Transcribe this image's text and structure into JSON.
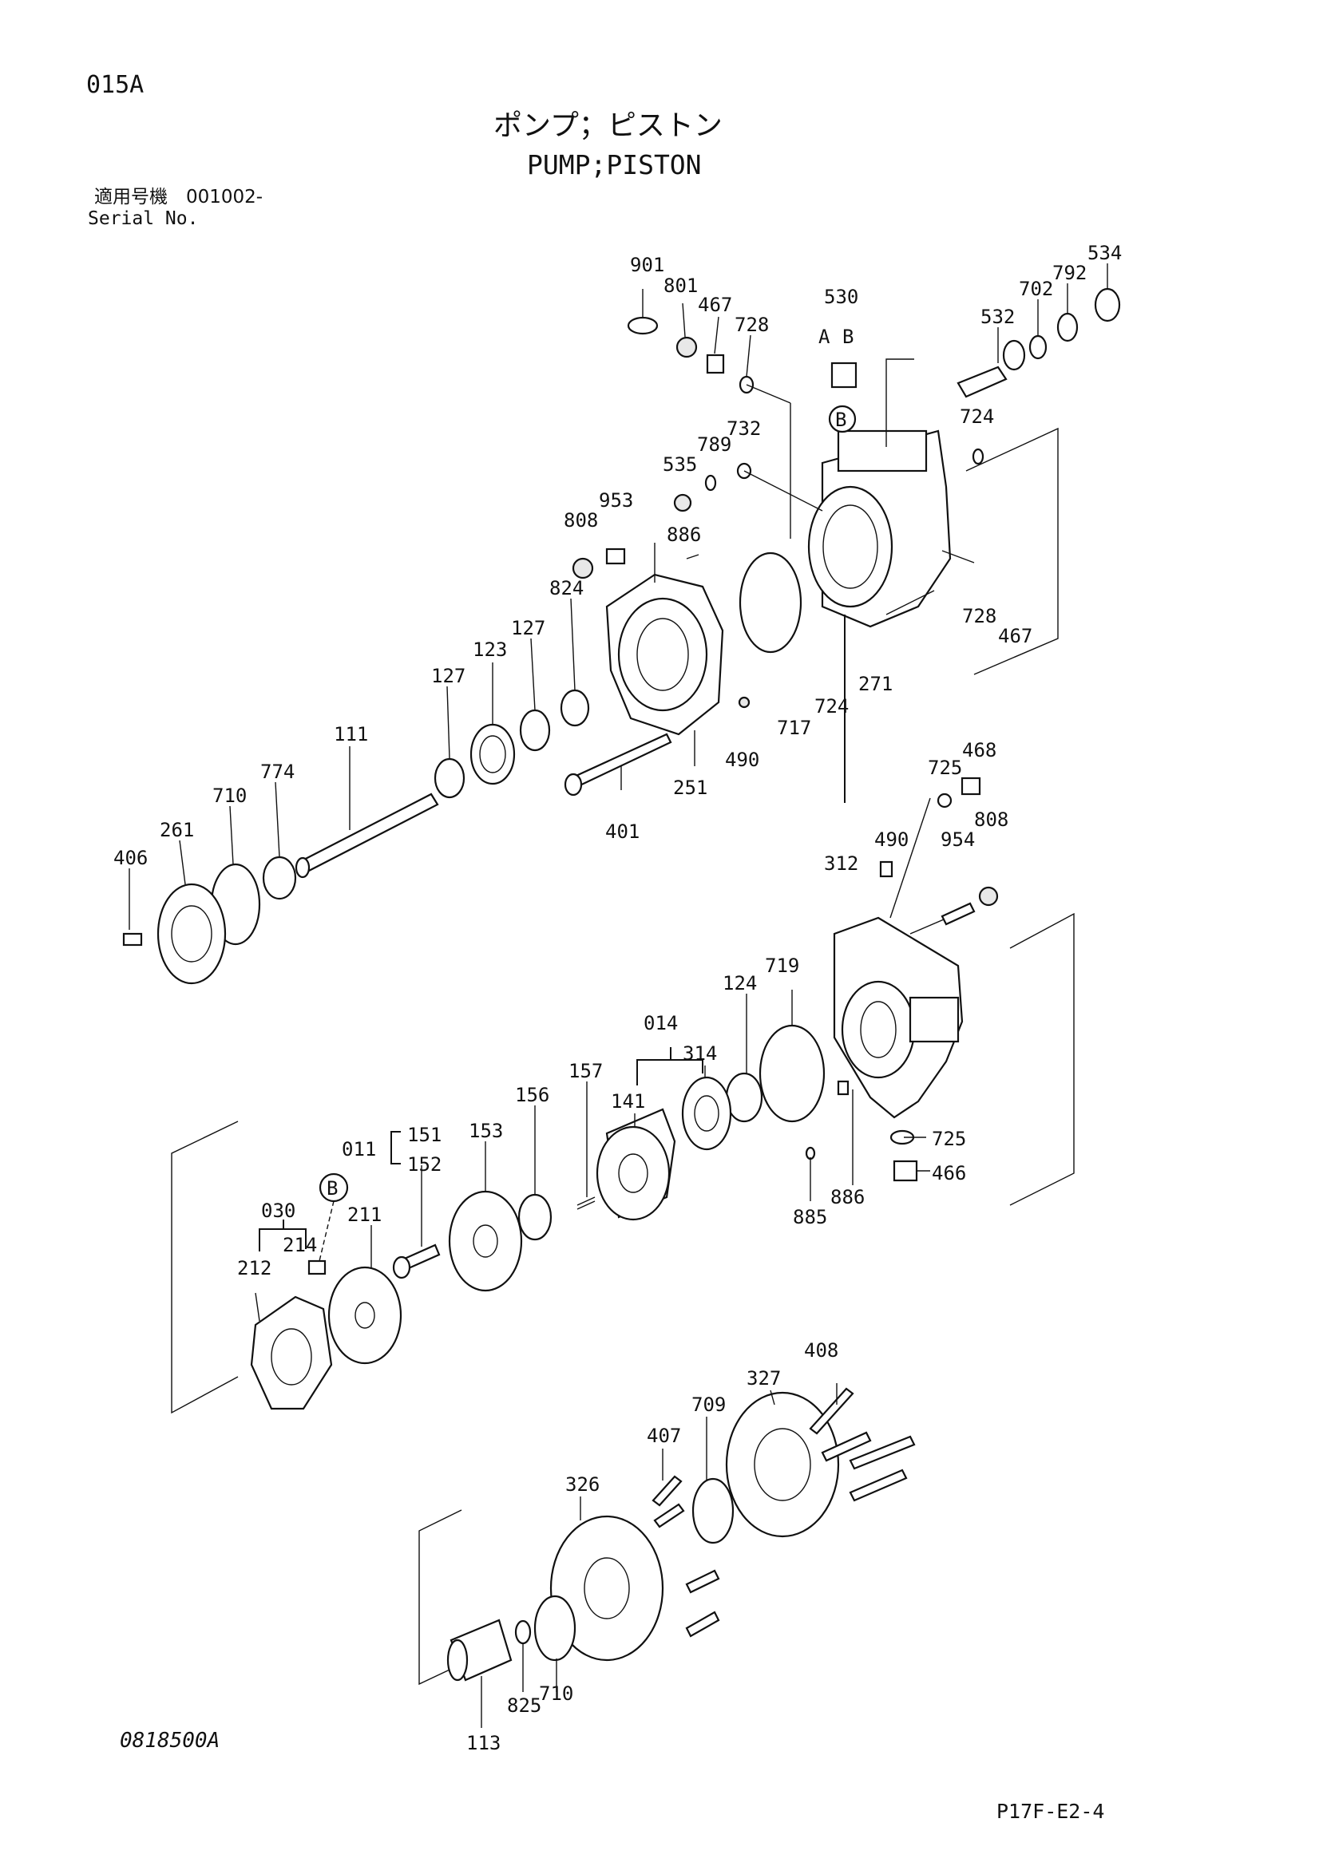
{
  "header": {
    "page_code": "015A",
    "title_ja": "ポンプ；ピストン",
    "title_en": "PUMP;PISTON",
    "serial_label_ja": "適用号機　001002-",
    "serial_label_en": "Serial No."
  },
  "footer": {
    "drawing_number": "0818500A",
    "page_ref": "P17F-E2-4"
  },
  "part_labels": [
    "901",
    "801",
    "467",
    "728",
    "530",
    "A",
    "B",
    "532",
    "702",
    "792",
    "534",
    "535",
    "789",
    "732",
    "724",
    "953",
    "808",
    "886",
    "824",
    "127",
    "123",
    "127",
    "111",
    "774",
    "710",
    "261",
    "406",
    "401",
    "251",
    "490",
    "717",
    "724",
    "271",
    "728",
    "467",
    "725",
    "468",
    "490",
    "954",
    "808",
    "312",
    "719",
    "124",
    "014",
    "314",
    "157",
    "141",
    "151",
    "152",
    "011",
    "153",
    "156",
    "030",
    "214",
    "211",
    "212",
    "725",
    "466",
    "885",
    "886",
    "408",
    "327",
    "407",
    "709",
    "326",
    "113",
    "825",
    "710"
  ],
  "callouts": [
    "B",
    "B"
  ]
}
